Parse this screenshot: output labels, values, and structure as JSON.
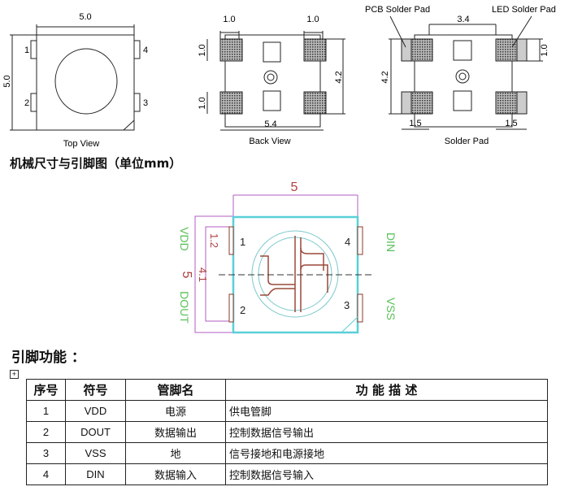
{
  "top_view": {
    "width_label": "5.0",
    "height_label": "5.0",
    "pins": [
      "1",
      "2",
      "3",
      "4"
    ],
    "caption": "Top View"
  },
  "back_view": {
    "pad_w1": "1.0",
    "pad_w2": "1.0",
    "pad_h1": "1.0",
    "pad_h2": "1.0",
    "span_v": "4.2",
    "span_h": "5.4",
    "caption": "Back View"
  },
  "solder_pad": {
    "pcb_label": "PCB Solder Pad",
    "led_label": "LED Solder Pad",
    "span_h": "3.4",
    "span_v": "4.2",
    "pad_h": "1.0",
    "ext_l": "1.5",
    "ext_r": "1.5",
    "caption": "Solder Pad"
  },
  "section1_title": "机械尺寸与引脚图（单位mm）",
  "pinout": {
    "width": "5",
    "height": "5",
    "inner": "4.1",
    "pin_w": "1.2",
    "pins": [
      "1",
      "2",
      "3",
      "4"
    ],
    "names": {
      "vdd": "VDD",
      "dout": "DOUT",
      "din": "DIN",
      "vss": "VSS"
    }
  },
  "section2_title": "引脚功能 ：",
  "table": {
    "headers": [
      "序号",
      "符号",
      "管脚名",
      "功 能 描 述"
    ],
    "rows": [
      [
        "1",
        "VDD",
        "电源",
        "供电管脚"
      ],
      [
        "2",
        "DOUT",
        "数据输出",
        "控制数据信号输出"
      ],
      [
        "3",
        "VSS",
        "地",
        "信号接地和电源接地"
      ],
      [
        "4",
        "DIN",
        "数据输入",
        "控制数据信号输入"
      ]
    ]
  }
}
